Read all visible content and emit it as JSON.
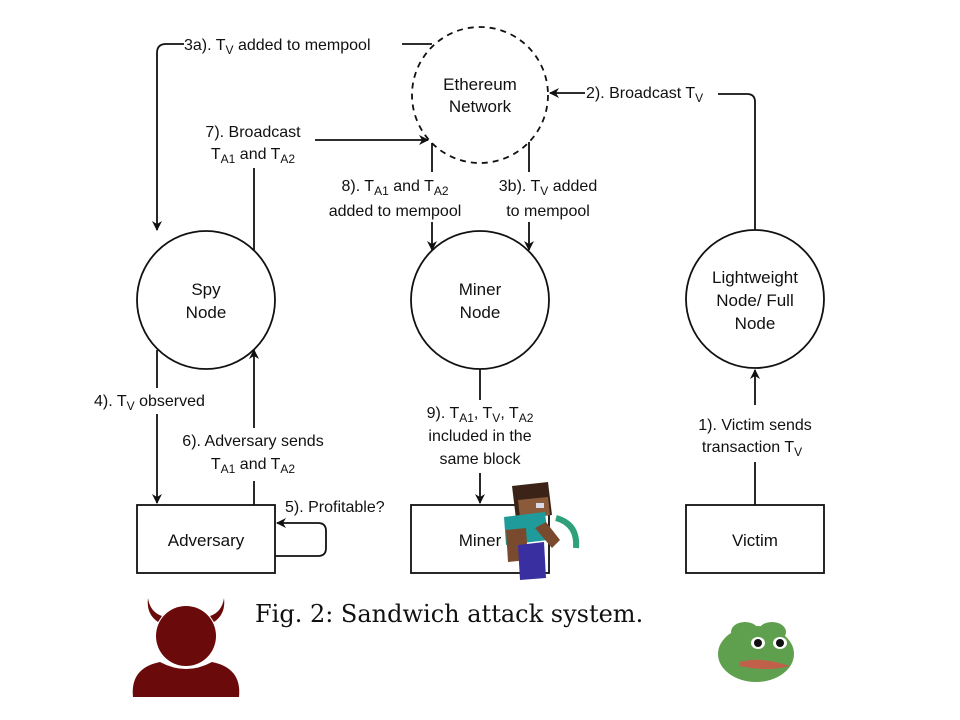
{
  "nodes": {
    "ethereum": {
      "line1": "Ethereum",
      "line2": "Network"
    },
    "spy": {
      "line1": "Spy",
      "line2": "Node"
    },
    "miner_node": {
      "line1": "Miner",
      "line2": "Node"
    },
    "lightweight": {
      "line1": "Lightweight",
      "line2": "Node/ Full",
      "line3": "Node"
    },
    "adversary": {
      "label": "Adversary"
    },
    "miner": {
      "label": "Miner"
    },
    "victim": {
      "label": "Victim"
    }
  },
  "edges": {
    "step1": {
      "line1": "1). Victim sends",
      "line2_prefix": "transaction T",
      "line2_sub": "V"
    },
    "step2": {
      "prefix": "2). Broadcast T",
      "sub": "V"
    },
    "step3a": {
      "prefix": "3a). T",
      "sub": "V",
      "suffix": " added to mempool"
    },
    "step3b": {
      "prefix": "3b). T",
      "sub": "V",
      "suffix": " added",
      "line2": "to mempool"
    },
    "step4": {
      "prefix": "4). T",
      "sub": "V",
      "suffix": " observed"
    },
    "step5": {
      "label": "5). Profitable?"
    },
    "step6": {
      "line1": "6). Adversary sends",
      "t1": "T",
      "t1_sub": "A1",
      "mid": " and T",
      "t2_sub": "A2"
    },
    "step7": {
      "line1": "7). Broadcast",
      "t1": "T",
      "t1_sub": "A1",
      "mid": " and T",
      "t2_sub": "A2"
    },
    "step8": {
      "prefix": "8). T",
      "t1_sub": "A1",
      "mid": " and T",
      "t2_sub": "A2",
      "line2": "added to mempool"
    },
    "step9": {
      "prefix": "9). T",
      "t1_sub": "A1",
      "sep1": ", T",
      "tv_sub": "V",
      "sep2": ", T",
      "t2_sub": "A2",
      "line2": "included in the",
      "line3": "same block"
    }
  },
  "caption": "Fig. 2: Sandwich attack system.",
  "icons": {
    "adversary_icon": "devil-user-icon",
    "victim_icon": "sad-frog-icon",
    "miner_icon": "blocky-miner-icon"
  },
  "colors": {
    "devil": "#6b0a0a",
    "frog_green": "#5fa04e",
    "frog_lip": "#c0604a",
    "miner_shirt": "#1f9b9b",
    "miner_pants": "#3a2fa0",
    "miner_skin": "#7a4a2e",
    "pickaxe": "#2ea07a"
  }
}
